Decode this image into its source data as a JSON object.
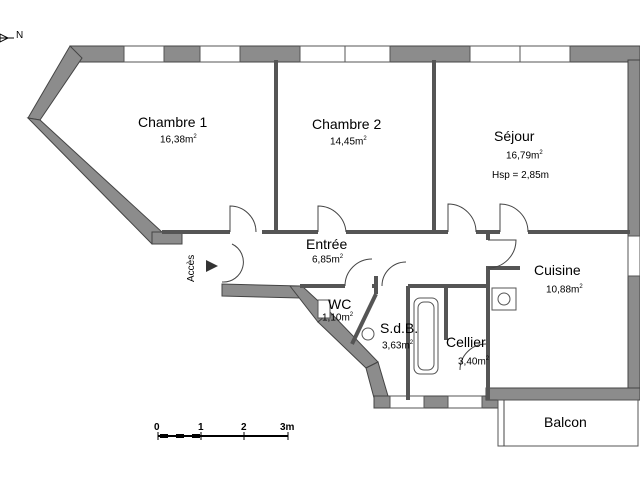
{
  "orientation": {
    "label": "N"
  },
  "access_label": "Accès",
  "rooms": {
    "chambre1": {
      "name": "Chambre 1",
      "area": "16,38m",
      "unit_sup": "2"
    },
    "chambre2": {
      "name": "Chambre 2",
      "area": "14,45m",
      "unit_sup": "2"
    },
    "sejour": {
      "name": "Séjour",
      "area": "16,79m",
      "unit_sup": "2",
      "extra": "Hsp = 2,85m"
    },
    "entree": {
      "name": "Entrée",
      "area": "6,85m",
      "unit_sup": "2"
    },
    "cuisine": {
      "name": "Cuisine",
      "area": "10,88m",
      "unit_sup": "2"
    },
    "wc": {
      "name": "WC",
      "area": "1,10m",
      "unit_sup": "2"
    },
    "sdb": {
      "name": "S.d.B.",
      "area": "3,63m",
      "unit_sup": "2"
    },
    "cellier": {
      "name": "Cellier",
      "area": "3,40m",
      "unit_sup": "2"
    },
    "balcon": {
      "name": "Balcon"
    }
  },
  "scale": {
    "labels": [
      "0",
      "1",
      "2",
      "3m"
    ]
  },
  "colors": {
    "wall": "#8c8c8c",
    "line": "#555555"
  }
}
